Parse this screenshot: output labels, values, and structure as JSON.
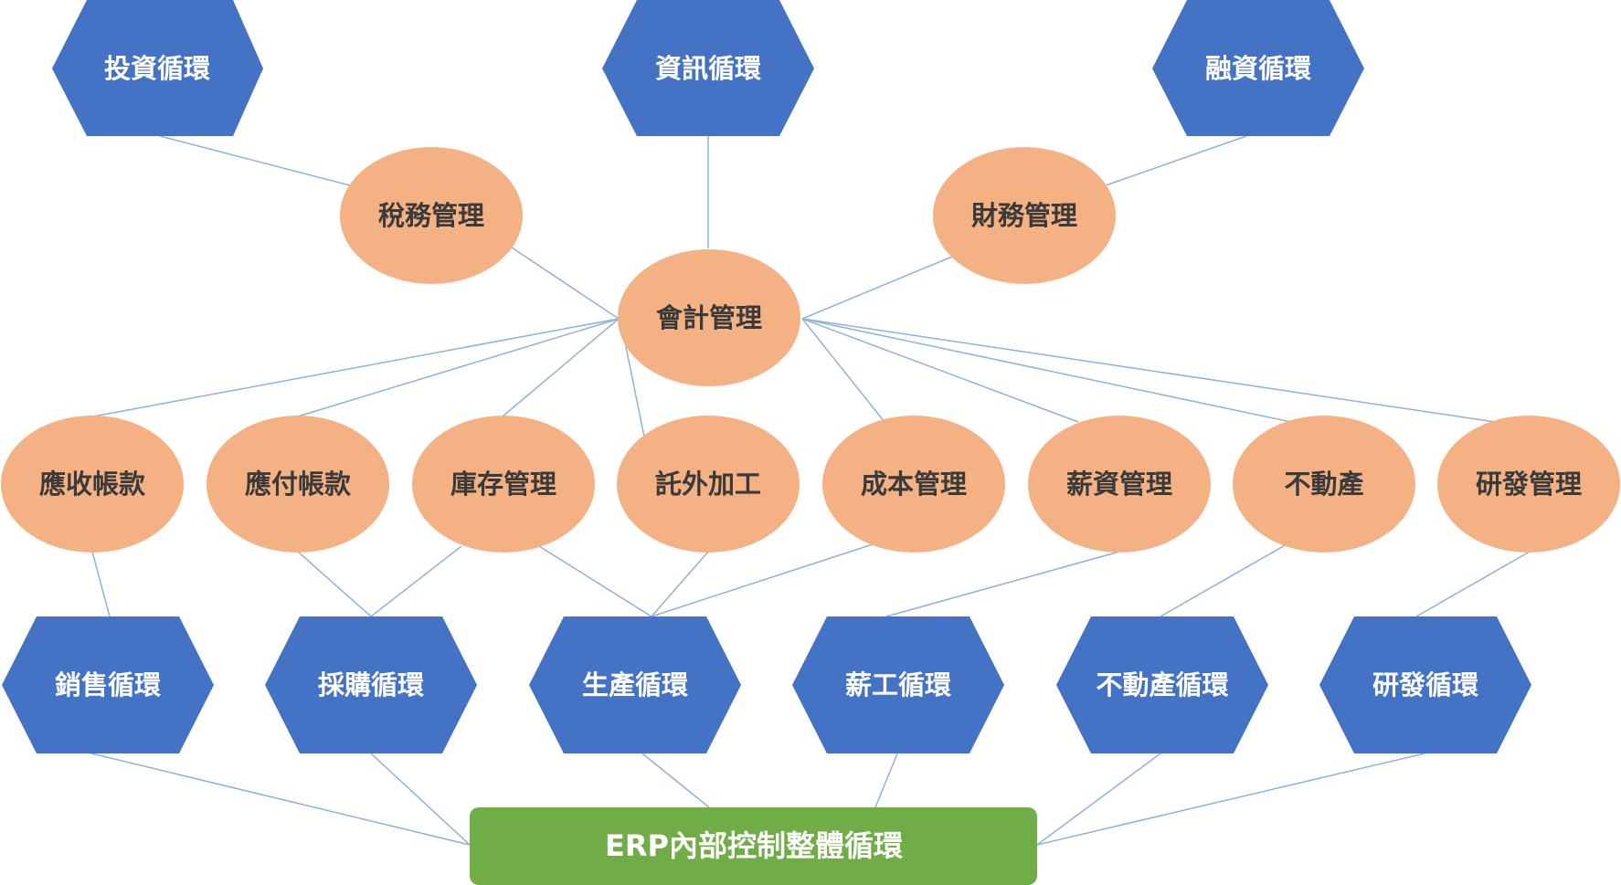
{
  "colors": {
    "cycle_fill": "#4472c4",
    "module_fill": "#f4b183",
    "root_fill": "#70ad47",
    "connector": "#8fb1d8",
    "cycle_text": "#ffffff",
    "module_text": "#3a3a3a"
  },
  "top_cycles": {
    "investment": "投資循環",
    "information": "資訊循環",
    "financing": "融資循環"
  },
  "modules_upper": {
    "tax": "稅務管理",
    "finance": "財務管理",
    "accounting": "會計管理"
  },
  "modules_lower": {
    "receivable": "應收帳款",
    "payable": "應付帳款",
    "inventory": "庫存管理",
    "outsourcing": "託外加工",
    "cost": "成本管理",
    "payroll_mgmt": "薪資管理",
    "real_estate": "不動產",
    "rnd_mgmt": "研發管理"
  },
  "bottom_cycles": {
    "sales": "銷售循環",
    "purchasing": "採購循環",
    "production": "生產循環",
    "payroll": "薪工循環",
    "real_estate": "不動產循環",
    "rnd": "研發循環"
  },
  "root": {
    "label": "ERP內部控制整體循環"
  }
}
